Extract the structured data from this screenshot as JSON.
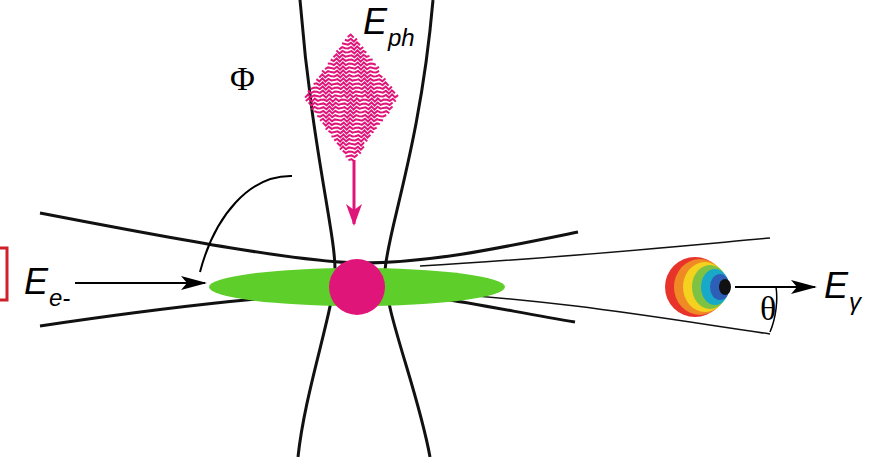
{
  "diagram": {
    "labels": [
      "E",
      "ph",
      "Φ",
      "E",
      "e-",
      "E",
      "γ",
      "θ"
    ]
  }
}
